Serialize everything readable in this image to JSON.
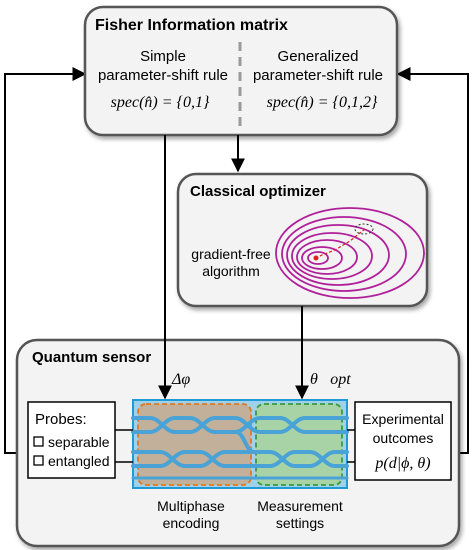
{
  "fisher": {
    "title": "Fisher Information matrix",
    "left_line1": "Simple",
    "left_line2": "parameter-shift rule",
    "left_math": "spec(n̂) = {0,1}",
    "right_line1": "Generalized",
    "right_line2": "parameter-shift rule",
    "right_math": "spec(n̂) = {0,1,2}"
  },
  "optimizer": {
    "title": "Classical optimizer",
    "line1": "gradient-free",
    "line2": "algorithm"
  },
  "sensor": {
    "title": "Quantum sensor",
    "arrow_left_label": "Δφ⃗",
    "arrow_right_label": "θ⃗opt",
    "probes_title": "Probes:",
    "probe_1": "separable",
    "probe_2": "entangled",
    "outcomes_line1": "Experimental",
    "outcomes_line2": "outcomes",
    "outcomes_math": "p(d|ϕ, θ)",
    "encoding_line1": "Multiphase",
    "encoding_line2": "encoding",
    "measurement_line1": "Measurement",
    "measurement_line2": "settings"
  },
  "colors": {
    "box_fill": "#f3f3f3",
    "box_stroke": "#555555",
    "chip_fill": "#9fd2ea",
    "chip_border": "#1f9ad6",
    "encoding_region": "#c8aa8c",
    "encoding_border": "#e07820",
    "measurement_region": "#a9d49a",
    "measurement_border": "#3a9a3a",
    "contour": "#b0209a",
    "divider": "#9a9a9a"
  }
}
